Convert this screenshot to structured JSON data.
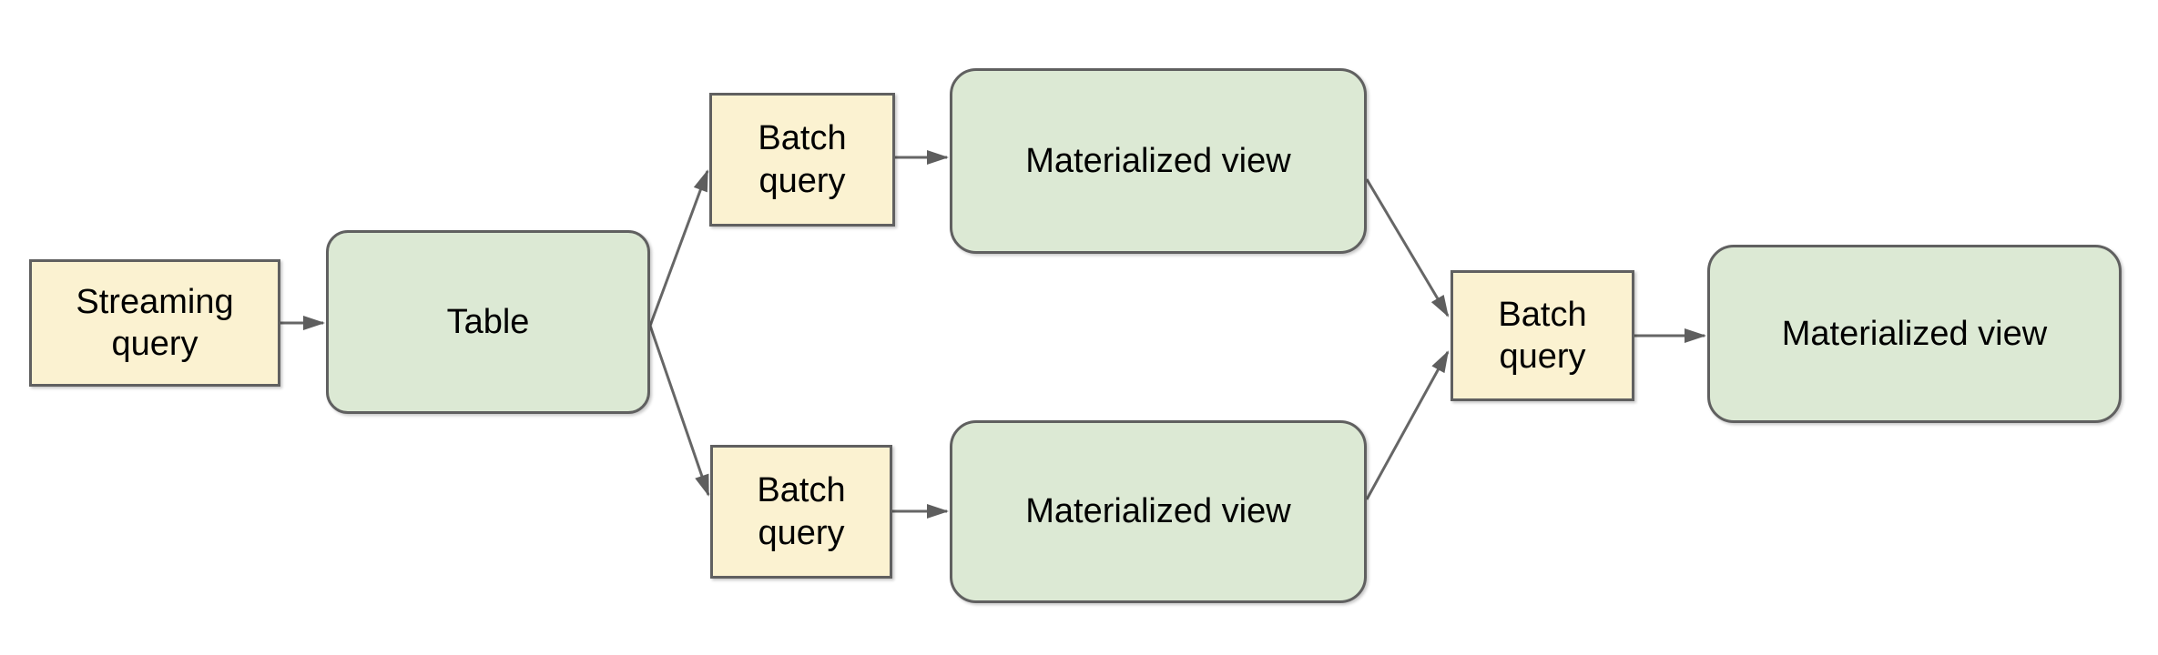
{
  "diagram": {
    "description": "Streaming query feeds a table; batch queries over the table produce materialized views, which a further batch query combines into a final materialized view",
    "background_color": "#ffffff",
    "colors": {
      "query_node_fill": "#fbf2d1",
      "view_node_fill": "#dce9d4",
      "node_border": "#606060",
      "connector": "#666666",
      "text": "#000000"
    },
    "nodes": {
      "streaming_query": {
        "label": "Streaming query",
        "shape": "rectangle",
        "fill": "#fbf2d1"
      },
      "table": {
        "label": "Table",
        "shape": "rounded-rectangle",
        "fill": "#dce9d4"
      },
      "batch_query_top": {
        "label": "Batch query",
        "shape": "rectangle",
        "fill": "#fbf2d1"
      },
      "materialized_view_top": {
        "label": "Materialized view",
        "shape": "rounded-rectangle",
        "fill": "#dce9d4"
      },
      "batch_query_bottom": {
        "label": "Batch query",
        "shape": "rectangle",
        "fill": "#fbf2d1"
      },
      "materialized_view_bottom": {
        "label": "Materialized view",
        "shape": "rounded-rectangle",
        "fill": "#dce9d4"
      },
      "batch_query_right": {
        "label": "Batch query",
        "shape": "rectangle",
        "fill": "#fbf2d1"
      },
      "materialized_view_right": {
        "label": "Materialized view",
        "shape": "rounded-rectangle",
        "fill": "#dce9d4"
      }
    },
    "edges": [
      {
        "from": "streaming_query",
        "to": "table"
      },
      {
        "from": "table",
        "to": "batch_query_top"
      },
      {
        "from": "table",
        "to": "batch_query_bottom"
      },
      {
        "from": "batch_query_top",
        "to": "materialized_view_top"
      },
      {
        "from": "batch_query_bottom",
        "to": "materialized_view_bottom"
      },
      {
        "from": "materialized_view_top",
        "to": "batch_query_right"
      },
      {
        "from": "materialized_view_bottom",
        "to": "batch_query_right"
      },
      {
        "from": "batch_query_right",
        "to": "materialized_view_right"
      }
    ]
  }
}
